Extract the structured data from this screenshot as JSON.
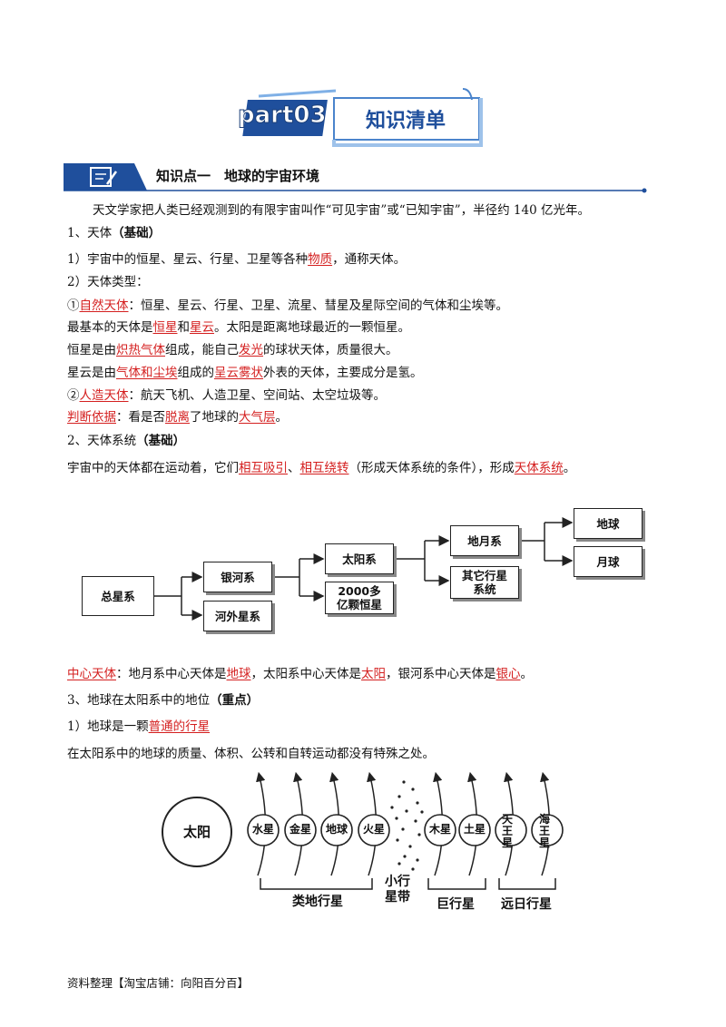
{
  "banner": {
    "part": "part03",
    "title": "知识清单"
  },
  "section": {
    "title": "知识点一　地球的宇宙环境"
  },
  "paragraphs": {
    "intro": "天文学家把人类已经观测到的有限宇宙叫作“可见宇宙”或“已知宇宙”，半径约 140 亿光年。",
    "h1": "1、天体",
    "h1_tag": "（基础）",
    "p1_a": "1）宇宙中的恒星、星云、行星、卫星等各种",
    "p1_red": "物质",
    "p1_b": "，通称天体。",
    "p2": "2）天体类型：",
    "p3_num": "①",
    "p3_red": "自然天体",
    "p3_b": "：恒星、星云、行星、卫星、流星、彗星及星际空间的气体和尘埃等。",
    "p4_a": "最基本的天体是",
    "p4_r1": "恒星",
    "p4_m": "和",
    "p4_r2": "星云",
    "p4_b": "。太阳是距离地球最近的一颗恒星。",
    "p5_a": "恒星是由",
    "p5_r1": "炽热气体",
    "p5_m": "组成，能自己",
    "p5_r2": "发光",
    "p5_b": "的球状天体，质量很大。",
    "p6_a": "星云是由",
    "p6_r1": "气体和尘埃",
    "p6_m": "组成的",
    "p6_r2": "呈云雾状",
    "p6_b": "外表的天体，主要成分是氢。",
    "p7_num": "②",
    "p7_red": "人造天体",
    "p7_b": "：航天飞机、人造卫星、空间站、太空垃圾等。",
    "p8_r1": "判断依据",
    "p8_a": "：看是否",
    "p8_r2": "脱离",
    "p8_m": "了地球的",
    "p8_r3": "大气层",
    "p8_b": "。",
    "h2": "2、天体系统",
    "h2_tag": "（基础）",
    "p9_a": "宇宙中的天体都在运动着，它们",
    "p9_r1": "相互吸引",
    "p9_m1": "、",
    "p9_r2": "相互绕转",
    "p9_m2": "（形成天体系统的条件），形成",
    "p9_r3": "天体系统",
    "p9_b": "。",
    "p10_r1": "中心天体",
    "p10_a": "：地月系中心天体是",
    "p10_r2": "地球",
    "p10_m1": "，太阳系中心天体是",
    "p10_r3": "太阳",
    "p10_m2": "，银河系中心天体是",
    "p10_r4": "银心",
    "p10_b": "。",
    "h3": "3、地球在太阳系中的地位",
    "h3_tag": "（重点）",
    "p11_a": "1）地球是一颗",
    "p11_red": "普通的行星",
    "p12": "在太阳系中的地球的质量、体积、公转和自转运动都没有特殊之处。"
  },
  "hierarchy": {
    "total": "总星系",
    "milky_way": "银河系",
    "extragalactic": "河外星系",
    "solar": "太阳系",
    "other_stars": "2000多亿颗恒星",
    "earth_moon": "地月系",
    "other_planets": "其它行星系统",
    "earth": "地球",
    "moon": "月球"
  },
  "solar_diagram": {
    "sun": "太阳",
    "planets": [
      "水星",
      "金星",
      "地球",
      "火星",
      "木星",
      "土星",
      "天王星",
      "海王星"
    ],
    "groups": [
      "类地行星",
      "小行星带",
      "巨行星",
      "远日行星"
    ]
  },
  "footer": "资料整理【淘宝店铺：向阳百分百】",
  "colors": {
    "accent_red": "#d41f1f",
    "banner_blue": "#1f4f9c"
  }
}
